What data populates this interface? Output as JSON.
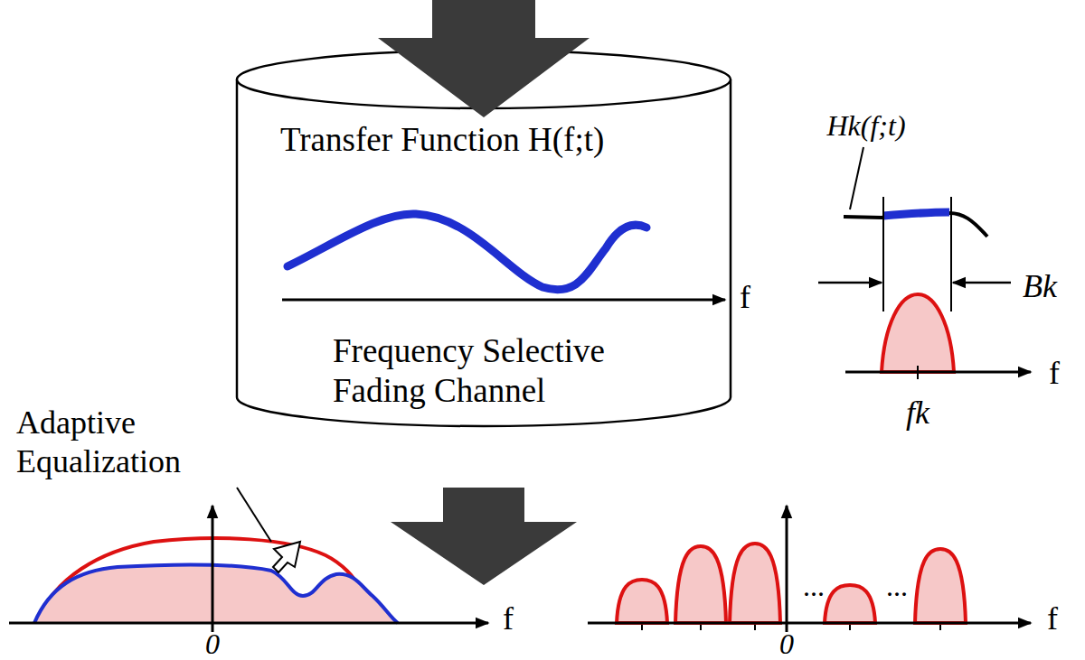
{
  "diagram": {
    "nodes": [
      {
        "text": [
          "Transfer Function H(f;t)",
          "Frequency Selective Fading Channel"
        ]
      }
    ],
    "labels": [
      "f",
      "Hk(f;t)",
      "Bk",
      "f",
      "fk",
      "Adaptive Equalization",
      "f",
      "0",
      "...",
      "...",
      "f",
      "0"
    ]
  }
}
